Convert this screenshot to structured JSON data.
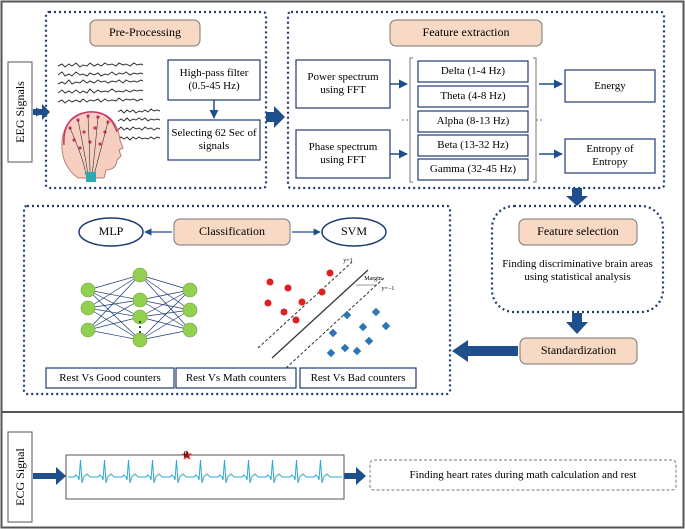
{
  "eeg_label": "EEG Signals",
  "ecg_label": "ECG Signal",
  "preprocessing": {
    "title": "Pre-Processing",
    "filter": "High-pass filter (0.5-45 Hz)",
    "select": "Selecting 62 Sec of signals"
  },
  "feature_extraction": {
    "title": "Feature extraction",
    "power": "Power spectrum using FFT",
    "phase": "Phase spectrum using FFT",
    "bands": [
      "Delta (1-4 Hz)",
      "Theta (4-8 Hz)",
      "Alpha (8-13 Hz)",
      "Beta (13-32 Hz)",
      "Gamma (32-45 Hz)"
    ],
    "energy": "Energy",
    "entropy": "Entropy of Entropy"
  },
  "feature_selection": {
    "title": "Feature selection",
    "desc": "Finding discriminative brain areas using statistical analysis"
  },
  "standardization": "Standardization",
  "classification": {
    "title": "Classification",
    "mlp": "MLP",
    "svm": "SVM",
    "svm_labels": {
      "y1": "y=1",
      "margin": "Margin",
      "ym1": "y= -1"
    },
    "results": [
      "Rest Vs Good counters",
      "Rest Vs Math counters",
      "Rest Vs Bad counters"
    ]
  },
  "ecg": {
    "r_label": "R",
    "result": "Finding heart rates during math calculation and rest"
  },
  "colors": {
    "dotted_border": "#1f3b73",
    "arrow": "#1f4e8c",
    "orange_fill": "#f8d9c4",
    "node_green": "#92d050",
    "ecg_line": "#2ea8d8",
    "red_dot": "#e02020",
    "blue_diamond": "#2e75b6"
  }
}
